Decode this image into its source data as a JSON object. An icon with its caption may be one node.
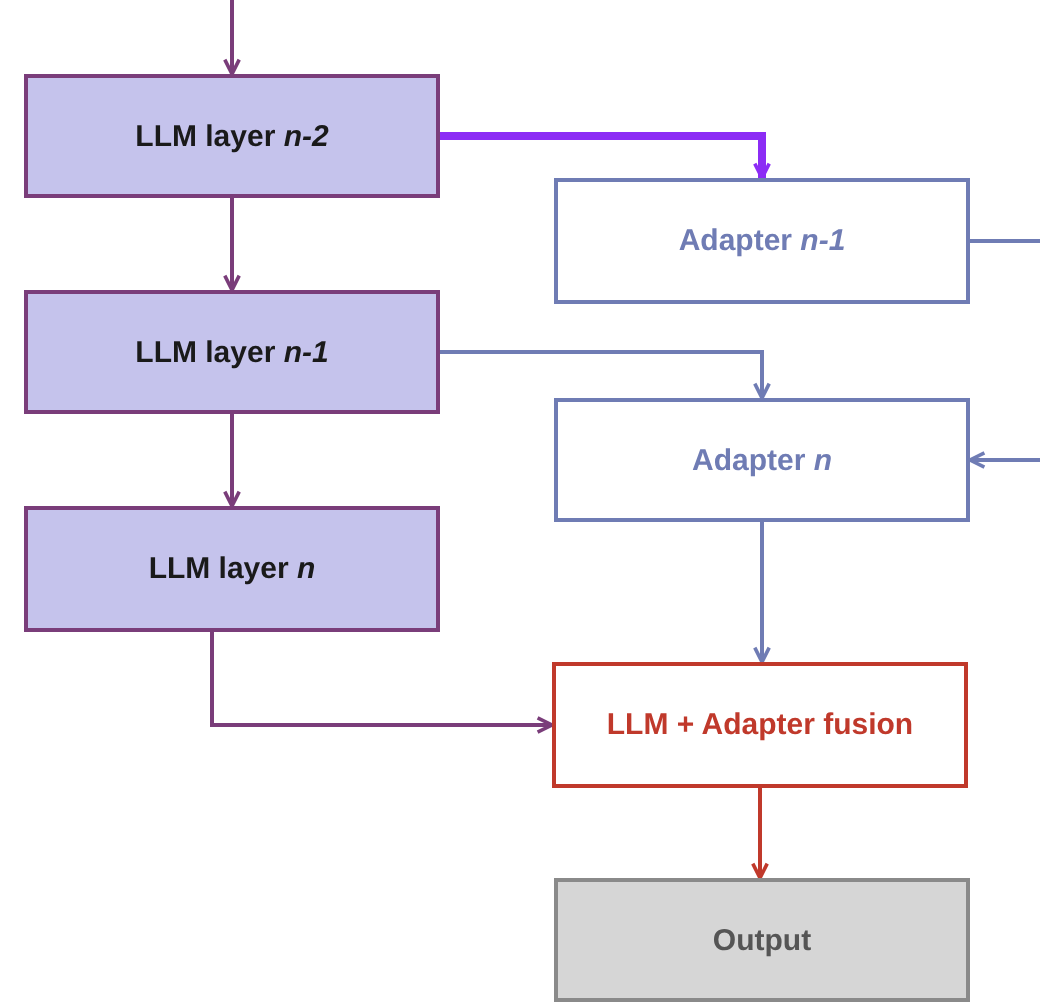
{
  "diagram": {
    "nodes": [
      {
        "text": [
          "LLM layer *n-2*"
        ]
      },
      {
        "text": [
          "LLM layer *n-1*"
        ]
      },
      {
        "text": [
          "LLM layer *n*"
        ]
      },
      {
        "text": [
          "Adapter *n-1*"
        ]
      },
      {
        "text": [
          "Adapter *n*"
        ]
      },
      {
        "text": [
          "LLM + Adapter fusion"
        ]
      },
      {
        "text": [
          "Output"
        ]
      }
    ],
    "edges": [
      {
        "from": null,
        "to": 0,
        "arrow": "to"
      },
      {
        "from": 0,
        "to": 1,
        "arrow": "to"
      },
      {
        "from": 1,
        "to": 2,
        "arrow": "to"
      },
      {
        "from": 0,
        "to": 3,
        "arrow": "to",
        "style": "thick",
        "color": "#8c2cf5"
      },
      {
        "from": 1,
        "to": 4,
        "arrow": "to",
        "color": "#6f7cb4"
      },
      {
        "from": 3,
        "to": null,
        "arrow": "none",
        "color": "#6f7cb4"
      },
      {
        "from": null,
        "to": 4,
        "arrow": "to",
        "color": "#6f7cb4"
      },
      {
        "from": 4,
        "to": 5,
        "arrow": "to",
        "color": "#6f7cb4"
      },
      {
        "from": 2,
        "to": 5,
        "arrow": "to"
      },
      {
        "from": 5,
        "to": 6,
        "arrow": "to",
        "color": "#c0392b"
      }
    ]
  }
}
